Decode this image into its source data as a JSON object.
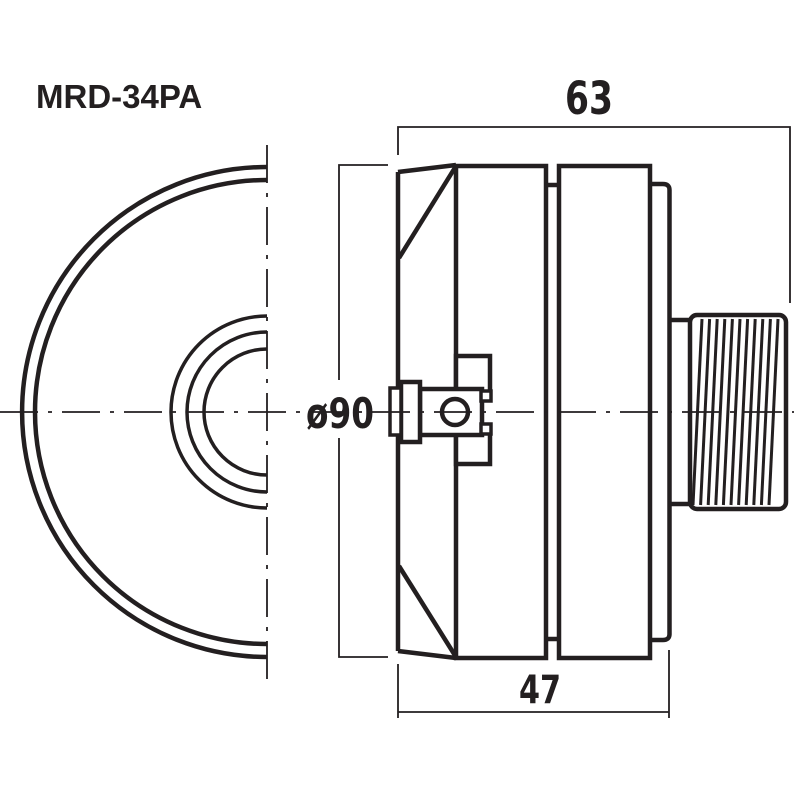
{
  "title": "MRD-34PA",
  "colors": {
    "ink": "#231f20",
    "background": "#ffffff"
  },
  "dimensions": {
    "overall_depth": "63",
    "body_depth": "47",
    "flange_diameter": "ø90"
  }
}
